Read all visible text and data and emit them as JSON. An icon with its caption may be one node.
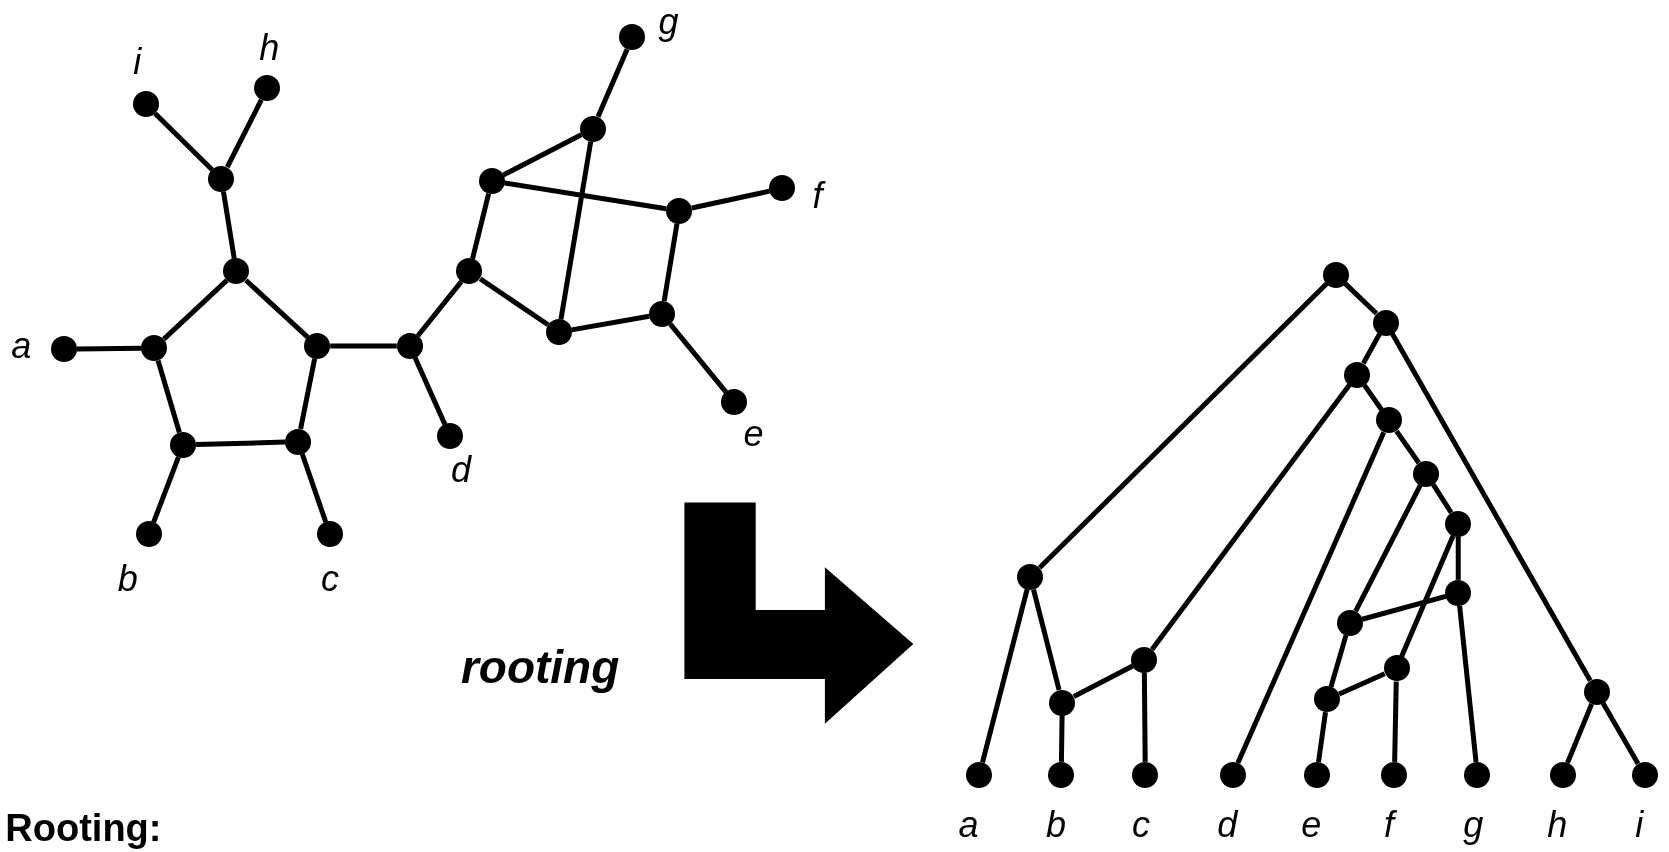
{
  "diagram": {
    "nodes": [
      {
        "text": [],
        "shape": "circle",
        "beside": [
          "a"
        ]
      },
      {
        "text": [],
        "shape": "circle"
      },
      {
        "text": [],
        "shape": "circle"
      },
      {
        "text": [],
        "shape": "circle"
      },
      {
        "text": [],
        "shape": "circle"
      },
      {
        "text": [],
        "shape": "circle"
      },
      {
        "text": [],
        "shape": "circle",
        "beside": [
          "b"
        ]
      },
      {
        "text": [],
        "shape": "circle",
        "beside": [
          "c"
        ]
      },
      {
        "text": [],
        "shape": "circle"
      },
      {
        "text": [],
        "shape": "circle",
        "beside": [
          "i"
        ]
      },
      {
        "text": [],
        "shape": "circle",
        "beside": [
          "h"
        ]
      },
      {
        "text": [],
        "shape": "circle"
      },
      {
        "text": [],
        "shape": "circle",
        "beside": [
          "d"
        ]
      },
      {
        "text": [],
        "shape": "circle"
      },
      {
        "text": [],
        "shape": "circle"
      },
      {
        "text": [],
        "shape": "circle"
      },
      {
        "text": [],
        "shape": "circle",
        "beside": [
          "g"
        ]
      },
      {
        "text": [],
        "shape": "circle"
      },
      {
        "text": [],
        "shape": "circle",
        "beside": [
          "f"
        ]
      },
      {
        "text": [],
        "shape": "circle"
      },
      {
        "text": [],
        "shape": "circle"
      },
      {
        "text": [],
        "shape": "circle",
        "beside": [
          "e"
        ]
      },
      {
        "text": [],
        "shape": "circle"
      },
      {
        "text": [],
        "shape": "circle"
      },
      {
        "text": [],
        "shape": "circle"
      },
      {
        "text": [],
        "shape": "circle"
      },
      {
        "text": [],
        "shape": "circle"
      },
      {
        "text": [],
        "shape": "circle"
      },
      {
        "text": [],
        "shape": "circle"
      },
      {
        "text": [],
        "shape": "circle"
      },
      {
        "text": [],
        "shape": "circle"
      },
      {
        "text": [],
        "shape": "circle"
      },
      {
        "text": [],
        "shape": "circle"
      },
      {
        "text": [],
        "shape": "circle"
      },
      {
        "text": [],
        "shape": "circle"
      },
      {
        "text": [],
        "shape": "circle"
      },
      {
        "text": [],
        "shape": "circle",
        "beside": [
          "a"
        ]
      },
      {
        "text": [],
        "shape": "circle",
        "beside": [
          "b"
        ]
      },
      {
        "text": [],
        "shape": "circle",
        "beside": [
          "c"
        ]
      },
      {
        "text": [],
        "shape": "circle",
        "beside": [
          "d"
        ]
      },
      {
        "text": [],
        "shape": "circle",
        "beside": [
          "e"
        ]
      },
      {
        "text": [],
        "shape": "circle",
        "beside": [
          "f"
        ]
      },
      {
        "text": [],
        "shape": "circle",
        "beside": [
          "g"
        ]
      },
      {
        "text": [],
        "shape": "circle",
        "beside": [
          "h"
        ]
      },
      {
        "text": [],
        "shape": "circle",
        "beside": [
          "i"
        ]
      }
    ],
    "edges": [
      {
        "from": 0,
        "to": 1,
        "arrow": "none"
      },
      {
        "from": 1,
        "to": 2,
        "arrow": "none"
      },
      {
        "from": 2,
        "to": 3,
        "arrow": "none"
      },
      {
        "from": 3,
        "to": 4,
        "arrow": "none"
      },
      {
        "from": 4,
        "to": 5,
        "arrow": "none"
      },
      {
        "from": 5,
        "to": 1,
        "arrow": "none"
      },
      {
        "from": 5,
        "to": 6,
        "arrow": "none"
      },
      {
        "from": 4,
        "to": 7,
        "arrow": "none"
      },
      {
        "from": 2,
        "to": 8,
        "arrow": "none"
      },
      {
        "from": 8,
        "to": 9,
        "arrow": "none"
      },
      {
        "from": 8,
        "to": 10,
        "arrow": "none"
      },
      {
        "from": 3,
        "to": 11,
        "arrow": "none"
      },
      {
        "from": 11,
        "to": 12,
        "arrow": "none"
      },
      {
        "from": 11,
        "to": 13,
        "arrow": "none"
      },
      {
        "from": 13,
        "to": 14,
        "arrow": "none"
      },
      {
        "from": 14,
        "to": 15,
        "arrow": "none"
      },
      {
        "from": 15,
        "to": 16,
        "arrow": "none"
      },
      {
        "from": 14,
        "to": 17,
        "arrow": "none"
      },
      {
        "from": 17,
        "to": 18,
        "arrow": "none"
      },
      {
        "from": 17,
        "to": 19,
        "arrow": "none"
      },
      {
        "from": 19,
        "to": 20,
        "arrow": "none"
      },
      {
        "from": 20,
        "to": 13,
        "arrow": "none"
      },
      {
        "from": 20,
        "to": 15,
        "arrow": "none"
      },
      {
        "from": 19,
        "to": 21,
        "arrow": "none"
      },
      {
        "from": 22,
        "to": 32,
        "arrow": "none"
      },
      {
        "from": 22,
        "to": 23,
        "arrow": "none"
      },
      {
        "from": 23,
        "to": 24,
        "arrow": "none"
      },
      {
        "from": 23,
        "to": 35,
        "arrow": "none"
      },
      {
        "from": 24,
        "to": 34,
        "arrow": "none"
      },
      {
        "from": 24,
        "to": 25,
        "arrow": "none"
      },
      {
        "from": 25,
        "to": 39,
        "arrow": "none"
      },
      {
        "from": 25,
        "to": 26,
        "arrow": "none"
      },
      {
        "from": 26,
        "to": 29,
        "arrow": "none"
      },
      {
        "from": 26,
        "to": 27,
        "arrow": "none"
      },
      {
        "from": 27,
        "to": 28,
        "arrow": "none"
      },
      {
        "from": 27,
        "to": 30,
        "arrow": "none"
      },
      {
        "from": 28,
        "to": 29,
        "arrow": "none"
      },
      {
        "from": 28,
        "to": 42,
        "arrow": "none"
      },
      {
        "from": 29,
        "to": 31,
        "arrow": "none"
      },
      {
        "from": 30,
        "to": 31,
        "arrow": "none"
      },
      {
        "from": 30,
        "to": 41,
        "arrow": "none"
      },
      {
        "from": 31,
        "to": 40,
        "arrow": "none"
      },
      {
        "from": 32,
        "to": 36,
        "arrow": "none"
      },
      {
        "from": 32,
        "to": 33,
        "arrow": "none"
      },
      {
        "from": 33,
        "to": 37,
        "arrow": "none"
      },
      {
        "from": 34,
        "to": 33,
        "arrow": "none"
      },
      {
        "from": 34,
        "to": 38,
        "arrow": "none"
      },
      {
        "from": 35,
        "to": 43,
        "arrow": "none"
      },
      {
        "from": 35,
        "to": 44,
        "arrow": "none"
      }
    ],
    "labels": [
      "rooting",
      "Rooting:"
    ]
  }
}
